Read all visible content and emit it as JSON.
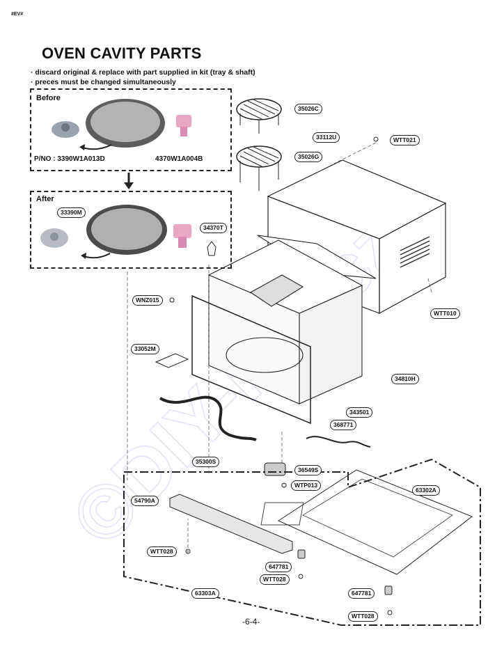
{
  "header_tag": "#EV#",
  "title": "OVEN CAVITY PARTS",
  "notes": [
    "· discard original & replace with part supplied in kit (tray & shaft)",
    "· preces must be changed simultaneously"
  ],
  "before": {
    "label": "Before",
    "pno_label": "P/NO : 3390W1A013D",
    "shaft_part": "4370W1A004B"
  },
  "after": {
    "label": "After",
    "tray_part": "33390M",
    "shaft_part": "34370T"
  },
  "callouts": [
    "35026C",
    "35026G",
    "33112U",
    "WTT021",
    "WNZ015",
    "33052M",
    "WTT010",
    "34810H",
    "343501",
    "368771",
    "35300S",
    "36549S",
    "WTP013",
    "63302A",
    "54790A",
    "WTT028",
    "647781",
    "WTT028",
    "63303A",
    "647781",
    "WTT028"
  ],
  "page_number": "-6-4-",
  "colors": {
    "ink": "#222222",
    "tray": "#a9a9a9",
    "shaft_pink": "#e8a8c4",
    "watermark": "#dde0f5"
  }
}
